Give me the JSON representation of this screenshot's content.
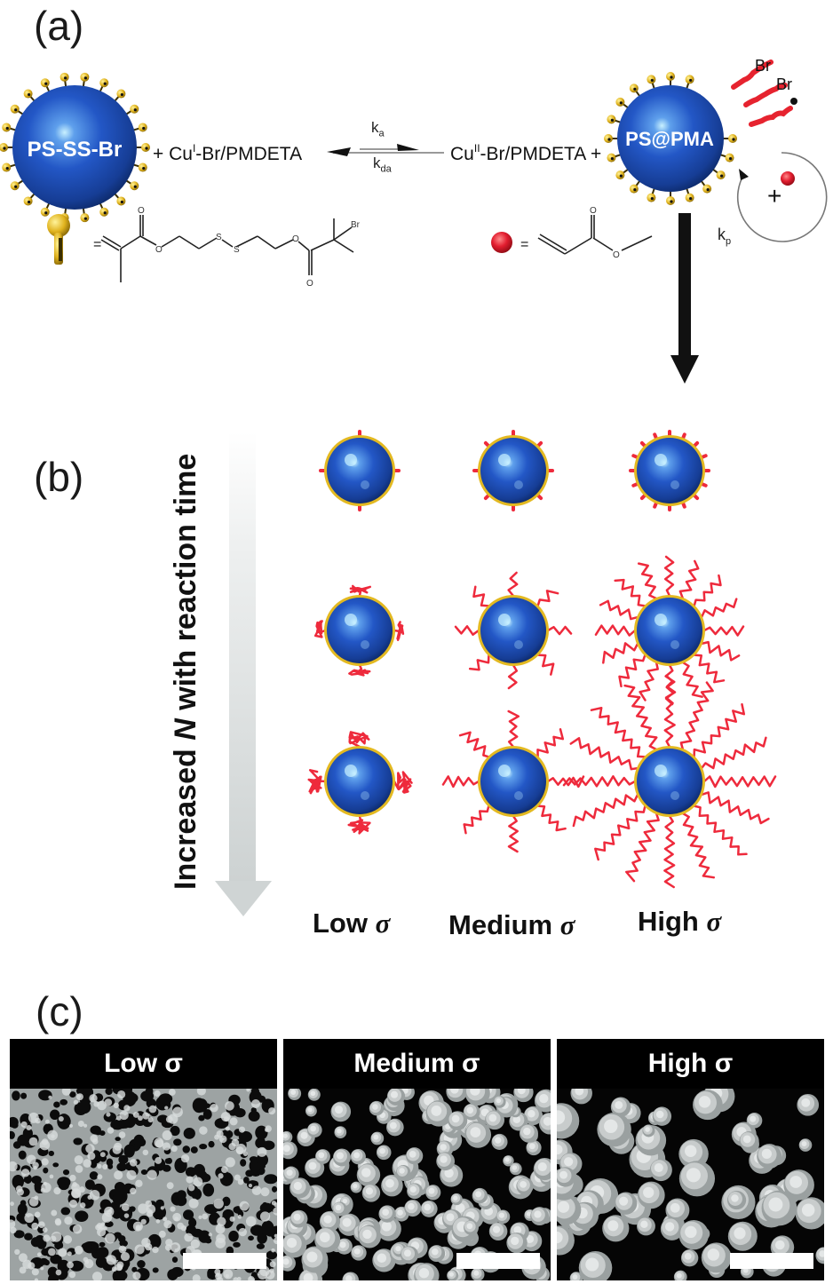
{
  "panels": {
    "a": {
      "label": "(a)",
      "left_particle_label": "PS-SS-Br",
      "reactant_text": "+ Cu",
      "reactant_sup": "I",
      "reactant_rest": "-Br/PMDETA",
      "k_activation": "k",
      "k_activation_sub": "a",
      "k_deactivation": "k",
      "k_deactivation_sub": "da",
      "product_text": "Cu",
      "product_sup": "II",
      "product_rest": "-Br/PMDETA +",
      "right_particle_label": "PS@PMA",
      "br_labels": [
        "Br",
        "Br"
      ],
      "plus_sign": "+",
      "k_propagation": "k",
      "k_propagation_sub": "p",
      "initiator_legend": {
        "symbol": "golden-pin",
        "equals": "=",
        "structure_atoms": [
          "O",
          "O",
          "S",
          "S",
          "O",
          "O",
          "Br"
        ]
      },
      "monomer_legend": {
        "symbol": "red-sphere",
        "equals": "=",
        "structure_atoms": [
          "O",
          "O"
        ]
      }
    },
    "b": {
      "label": "(b)",
      "arrow_text_pre": "Increased ",
      "arrow_text_var": "N",
      "arrow_text_post": " with reaction time",
      "columns": [
        {
          "label_pre": "Low ",
          "label_sym": "σ",
          "chains": [
            4,
            4,
            4
          ]
        },
        {
          "label_pre": "Medium ",
          "label_sym": "σ",
          "chains": [
            8,
            8,
            8
          ]
        },
        {
          "label_pre": "High ",
          "label_sym": "σ",
          "chains": [
            16,
            16,
            16
          ]
        }
      ],
      "rows": [
        "short",
        "medium",
        "long"
      ]
    },
    "c": {
      "label": "(c)",
      "images": [
        {
          "title": "Low σ",
          "morphology": "bicontinuous"
        },
        {
          "title": "Medium σ",
          "morphology": "packed-spheres"
        },
        {
          "title": "High σ",
          "morphology": "separated-spheres"
        }
      ]
    }
  },
  "colors": {
    "particle_blue": "#1f4fb8",
    "particle_highlight": "#bfe8ff",
    "shell_gold": "#e3b921",
    "chain_red": "#ee2a3c",
    "arrow_black": "#111111",
    "arrow_gray": "#d9dcdc"
  }
}
